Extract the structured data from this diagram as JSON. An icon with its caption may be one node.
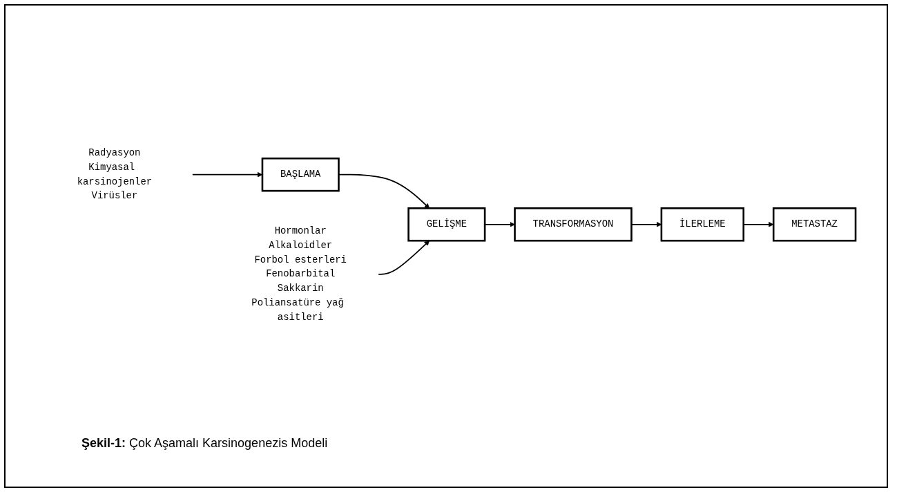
{
  "diagram": {
    "caption": "**Şekil-1:** Çok Aşamalı Karsinogenezis Modeli",
    "nodes": [
      {
        "text": [
          "Radyasyon",
          "Kimyasal karsinojenler",
          "Virüsler"
        ]
      },
      {
        "text": [
          "BAŞLAMA"
        ]
      },
      {
        "text": [
          "GELİŞME"
        ]
      },
      {
        "text": [
          "TRANSFORMASYON"
        ]
      },
      {
        "text": [
          "İLERLEME"
        ]
      },
      {
        "text": [
          "METASTAZ"
        ]
      },
      {
        "text": [
          "Hormonlar",
          "Alkaloidler",
          "Forbol esterleri",
          "Fenobarbital",
          "Sakkarin",
          "Poliansatüre yağ asitleri"
        ]
      }
    ],
    "edges": [
      {
        "from": 0,
        "to": 1,
        "arrow": "to"
      },
      {
        "from": 1,
        "to": 2,
        "arrow": "to"
      },
      {
        "from": 2,
        "to": 3,
        "arrow": "to"
      },
      {
        "from": 3,
        "to": 4,
        "arrow": "to"
      },
      {
        "from": 4,
        "to": 5,
        "arrow": "to"
      },
      {
        "from": 6,
        "to": 2,
        "arrow": "to"
      }
    ]
  }
}
